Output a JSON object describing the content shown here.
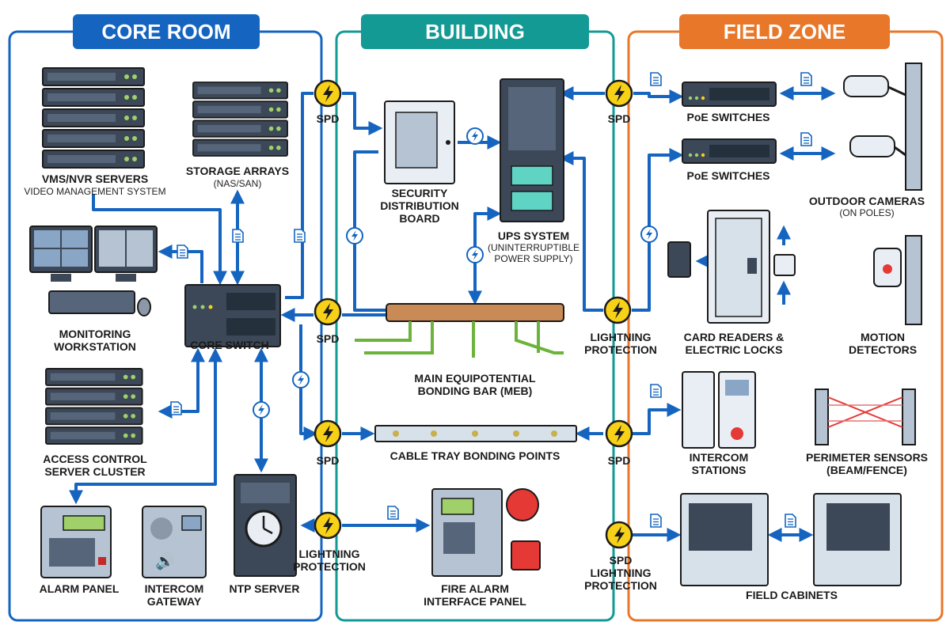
{
  "zones": {
    "core": {
      "title": "CORE ROOM",
      "color": "#1565c0"
    },
    "building": {
      "title": "BUILDING INTERFACES",
      "color": "#139a94"
    },
    "field": {
      "title": "FIELD ZONE",
      "color": "#e8772a"
    }
  },
  "core_room": {
    "vms_title": "VMS/NVR SERVERS",
    "vms_subtitle": "VIDEO MANAGEMENT SYSTEM",
    "storage_title": "STORAGE ARRAYS",
    "storage_subtitle": "(NAS/SAN)",
    "workstation_title": "MONITORING",
    "workstation_title2": "WORKSTATION",
    "core_switch": "CORE SWITCH",
    "access_title": "ACCESS CONTROL",
    "access_title2": "SERVER CLUSTER",
    "alarm_panel": "ALARM PANEL",
    "intercom_gw": "INTERCOM",
    "intercom_gw2": "GATEWAY",
    "ntp": "NTP SERVER"
  },
  "building_interfaces": {
    "spd": "SPD",
    "sdb1": "SECURITY",
    "sdb2": "DISTRIBUTION",
    "sdb3": "BOARD",
    "ups_title": "UPS SYSTEM",
    "ups_sub1": "(UNINTERRUPTIBLE",
    "ups_sub2": "POWER SUPPLY)",
    "meb1": "MAIN EQUIPOTENTIAL",
    "meb2": "BONDING BAR (MEB)",
    "cable_tray": "CABLE TRAY BONDING POINTS",
    "lp1": "LIGHTNING",
    "lp2": "PROTECTION",
    "fire1": "FIRE ALARM",
    "fire2": "INTERFACE PANEL"
  },
  "field_zone": {
    "poe1": "PoE SWITCHES",
    "poe2": "PoE SWITCHES",
    "cams": "OUTDOOR CAMERAS",
    "cams_sub": "(ON POLES)",
    "card1": "CARD READERS &",
    "card2": "ELECTRIC LOCKS",
    "motion1": "MOTION",
    "motion2": "DETECTORS",
    "intercom1": "INTERCOM",
    "intercom2": "STATIONS",
    "perim1": "PERIMETER SENSORS",
    "perim2": "(BEAM/FENCE)",
    "spd_lp1": "SPD",
    "spd_lp2": "LIGHTNING",
    "spd_lp3": "PROTECTION",
    "cabinets": "FIELD CABINETS"
  }
}
